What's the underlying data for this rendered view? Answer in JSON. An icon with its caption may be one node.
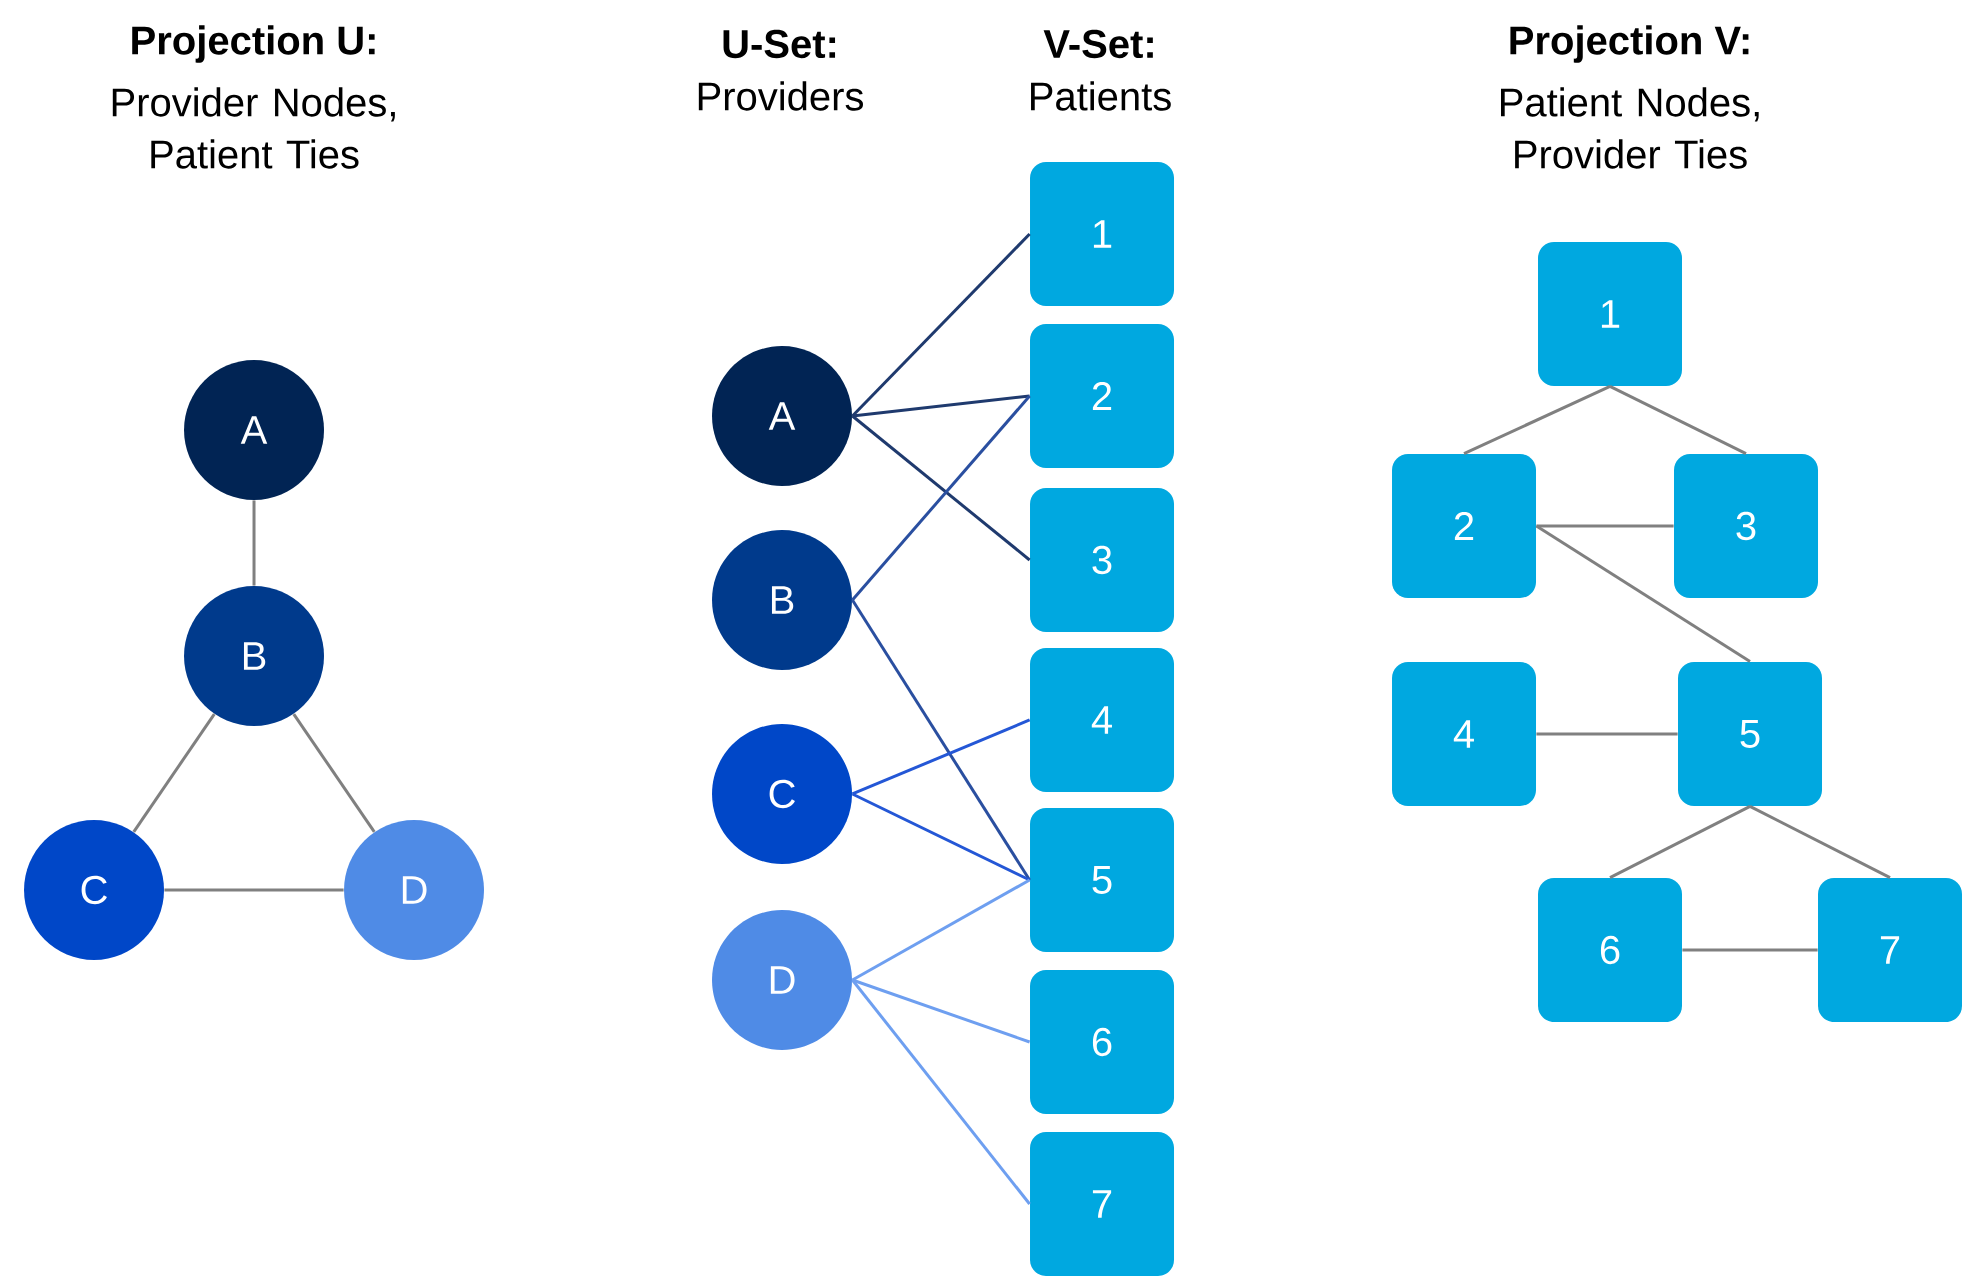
{
  "diagram": {
    "nodes": [
      {
        "text": [
          "A"
        ]
      },
      {
        "text": [
          "B"
        ]
      },
      {
        "text": [
          "C"
        ]
      },
      {
        "text": [
          "D"
        ]
      },
      {
        "text": [
          "A"
        ]
      },
      {
        "text": [
          "B"
        ]
      },
      {
        "text": [
          "C"
        ]
      },
      {
        "text": [
          "D"
        ]
      },
      {
        "text": [
          "1"
        ]
      },
      {
        "text": [
          "2"
        ]
      },
      {
        "text": [
          "3"
        ]
      },
      {
        "text": [
          "4"
        ]
      },
      {
        "text": [
          "5"
        ]
      },
      {
        "text": [
          "6"
        ]
      },
      {
        "text": [
          "7"
        ]
      },
      {
        "text": [
          "1"
        ]
      },
      {
        "text": [
          "2"
        ]
      },
      {
        "text": [
          "3"
        ]
      },
      {
        "text": [
          "4"
        ]
      },
      {
        "text": [
          "5"
        ]
      },
      {
        "text": [
          "6"
        ]
      },
      {
        "text": [
          "7"
        ]
      }
    ],
    "edges": [
      {
        "from": 0,
        "to": 1,
        "arrow": "none"
      },
      {
        "from": 1,
        "to": 2,
        "arrow": "none"
      },
      {
        "from": 1,
        "to": 3,
        "arrow": "none"
      },
      {
        "from": 2,
        "to": 3,
        "arrow": "none"
      },
      {
        "from": 4,
        "to": 8,
        "arrow": "none",
        "color": "#1f3a6e"
      },
      {
        "from": 4,
        "to": 9,
        "arrow": "none",
        "color": "#1f3a6e"
      },
      {
        "from": 4,
        "to": 10,
        "arrow": "none",
        "color": "#1f3a6e"
      },
      {
        "from": 5,
        "to": 9,
        "arrow": "none",
        "color": "#2a4fa0"
      },
      {
        "from": 5,
        "to": 12,
        "arrow": "none",
        "color": "#2a4fa0"
      },
      {
        "from": 6,
        "to": 11,
        "arrow": "none",
        "color": "#2457d6"
      },
      {
        "from": 6,
        "to": 12,
        "arrow": "none",
        "color": "#2457d6"
      },
      {
        "from": 7,
        "to": 12,
        "arrow": "none",
        "color": "#6e9ff0"
      },
      {
        "from": 7,
        "to": 13,
        "arrow": "none",
        "color": "#6e9ff0"
      },
      {
        "from": 7,
        "to": 14,
        "arrow": "none",
        "color": "#6e9ff0"
      },
      {
        "from": 15,
        "to": 16,
        "arrow": "none"
      },
      {
        "from": 15,
        "to": 17,
        "arrow": "none"
      },
      {
        "from": 16,
        "to": 17,
        "arrow": "none"
      },
      {
        "from": 16,
        "to": 19,
        "arrow": "none"
      },
      {
        "from": 18,
        "to": 19,
        "arrow": "none"
      },
      {
        "from": 19,
        "to": 20,
        "arrow": "none"
      },
      {
        "from": 19,
        "to": 21,
        "arrow": "none"
      },
      {
        "from": 20,
        "to": 21,
        "arrow": "none"
      }
    ],
    "labels": [
      "Projection U:",
      "Provider Nodes, Patient Ties",
      "U-Set:",
      "Providers",
      "V-Set:",
      "Patients",
      "Projection V:",
      "Patient Nodes, Provider Ties"
    ]
  }
}
